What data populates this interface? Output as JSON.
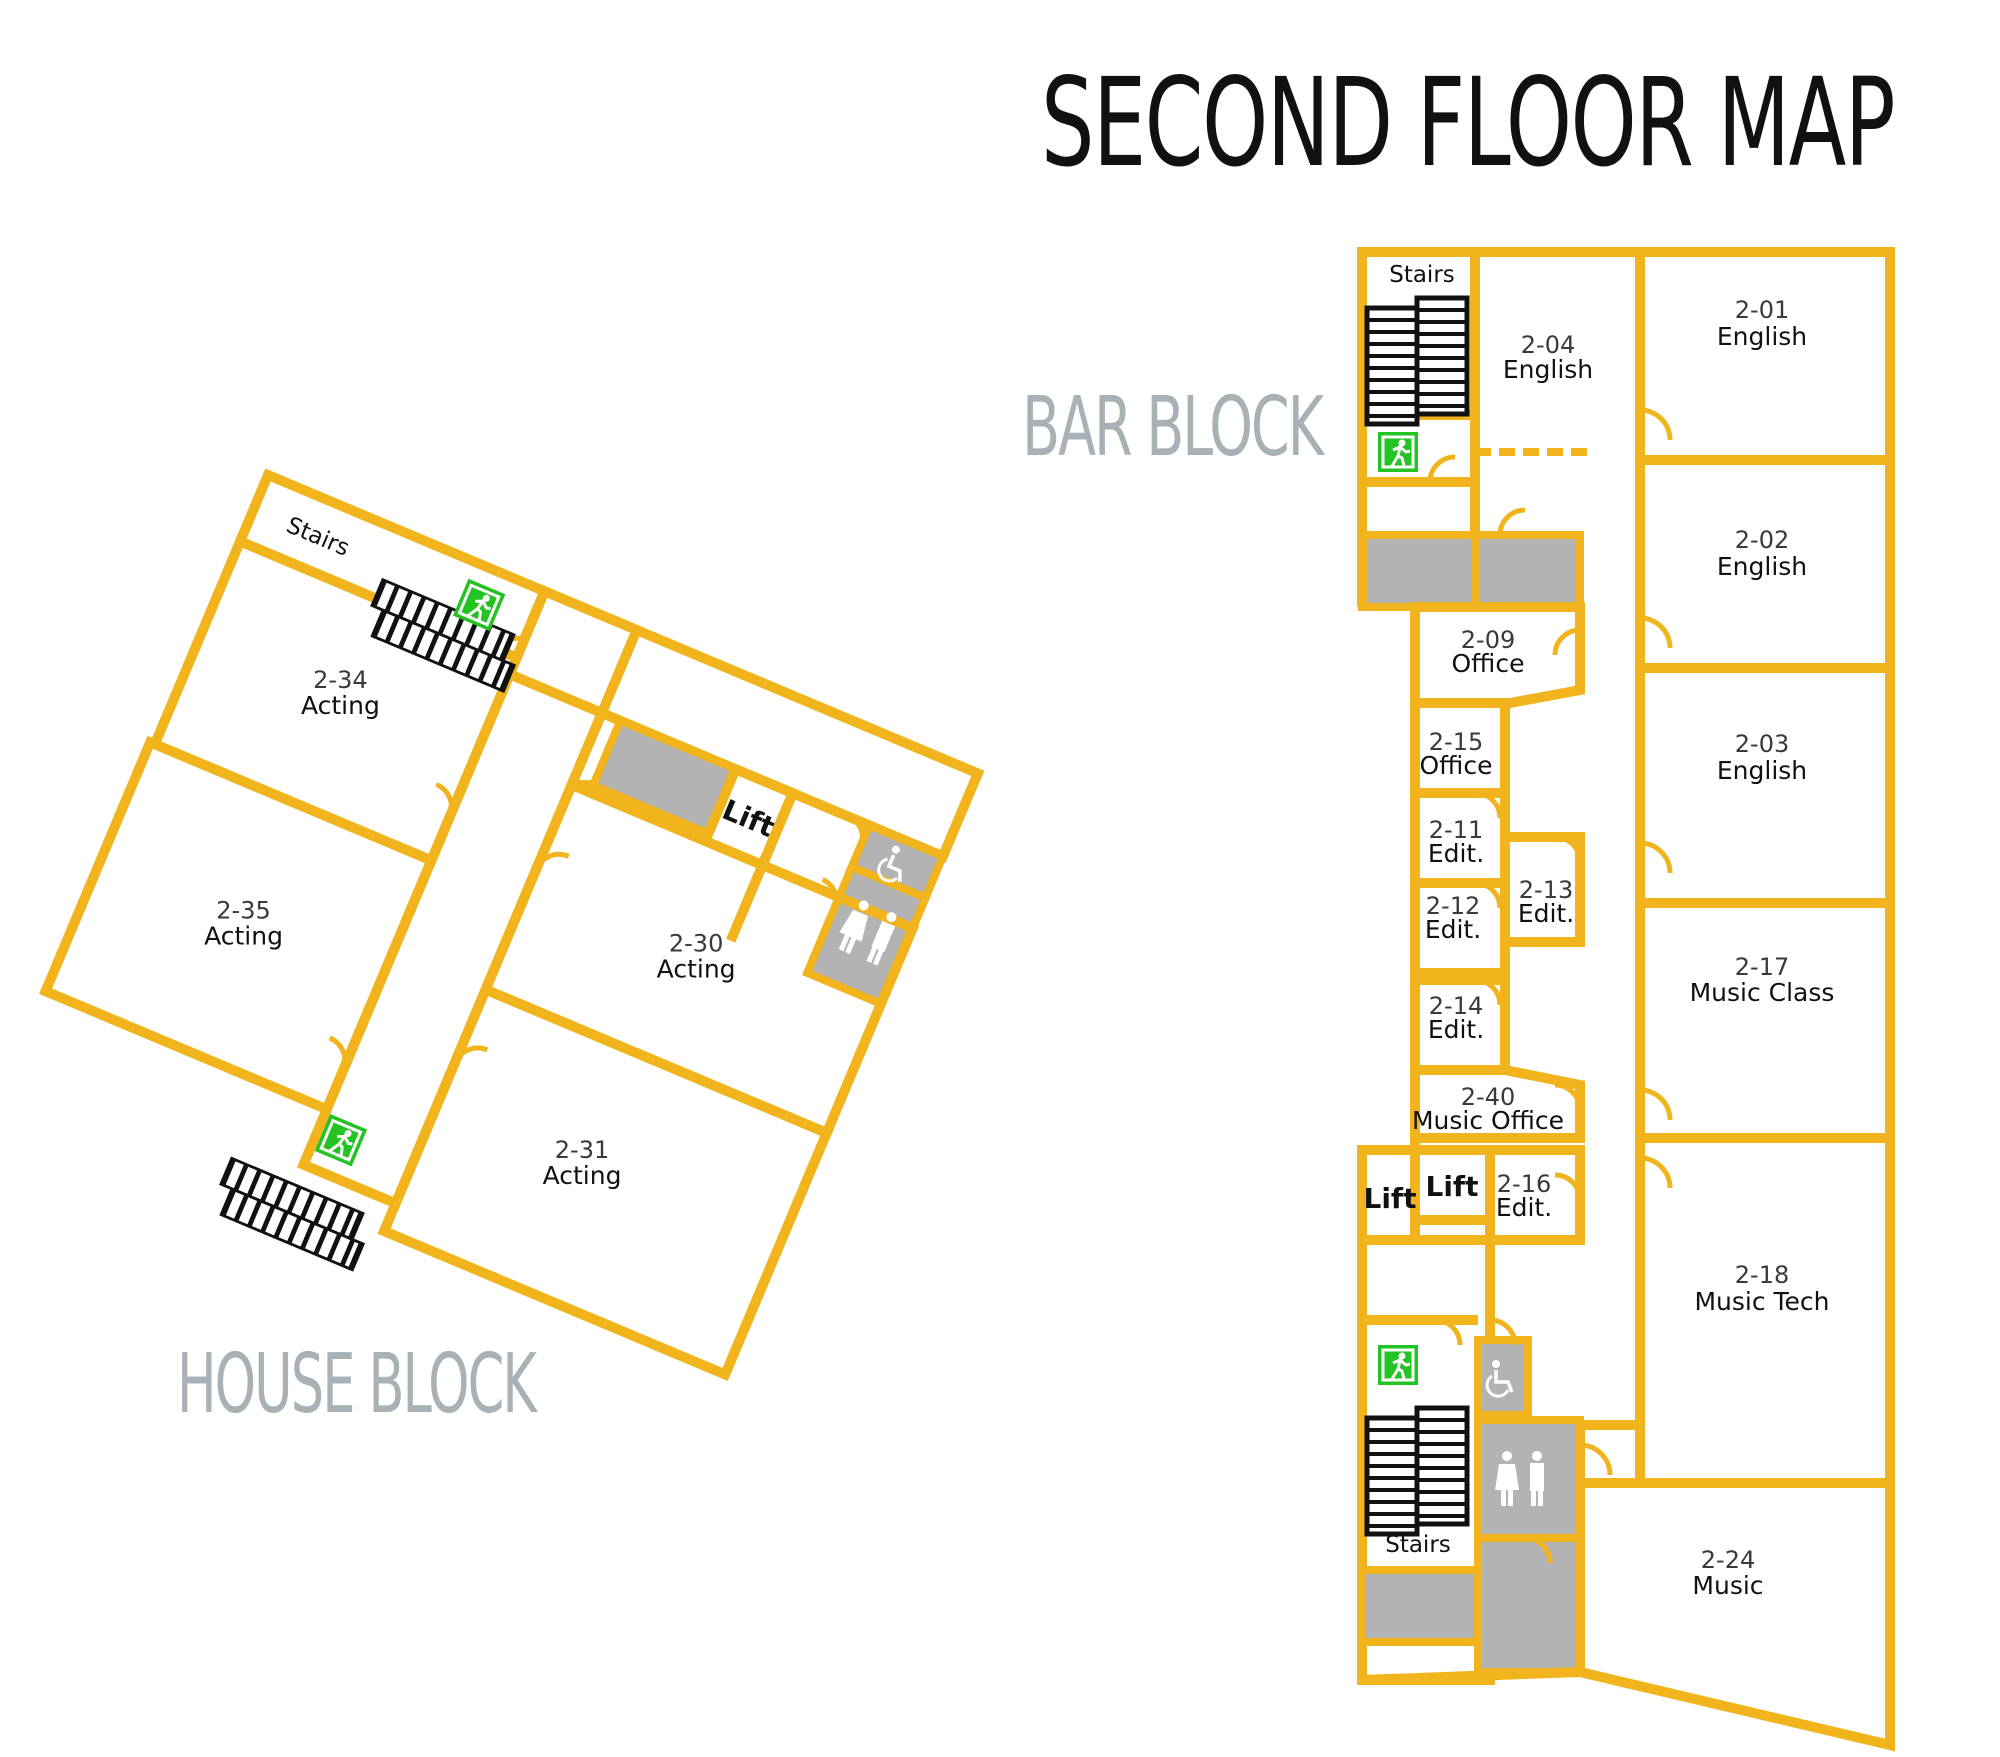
{
  "title": "SECOND FLOOR MAP",
  "blocks": {
    "bar": "BAR BLOCK",
    "house": "HOUSE BLOCK"
  },
  "colors": {
    "wall": "#F2B41C",
    "service": "#B3B3B3",
    "exit_sign": "#22C322",
    "block_label": "#A7B1B6"
  },
  "icons": [
    "stairs-icon",
    "emergency-exit-icon",
    "wheelchair-icon",
    "restroom-icon"
  ],
  "bar_rooms": {
    "r201": {
      "num": "2-01",
      "name": "English"
    },
    "r202": {
      "num": "2-02",
      "name": "English"
    },
    "r203": {
      "num": "2-03",
      "name": "English"
    },
    "r204": {
      "num": "2-04",
      "name": "English"
    },
    "r209": {
      "num": "2-09",
      "name": "Office"
    },
    "r215": {
      "num": "2-15",
      "name": "Office"
    },
    "r211": {
      "num": "2-11",
      "name": "Edit."
    },
    "r212": {
      "num": "2-12",
      "name": "Edit."
    },
    "r213": {
      "num": "2-13",
      "name": "Edit."
    },
    "r214": {
      "num": "2-14",
      "name": "Edit."
    },
    "r240": {
      "num": "2-40",
      "name": "Music Office"
    },
    "r216": {
      "num": "2-16",
      "name": "Edit."
    },
    "r217": {
      "num": "2-17",
      "name": "Music Class"
    },
    "r218": {
      "num": "2-18",
      "name": "Music Tech"
    },
    "r224": {
      "num": "2-24",
      "name": "Music"
    }
  },
  "house_rooms": {
    "r234": {
      "num": "2-34",
      "name": "Acting"
    },
    "r235": {
      "num": "2-35",
      "name": "Acting"
    },
    "r230": {
      "num": "2-30",
      "name": "Acting"
    },
    "r231": {
      "num": "2-31",
      "name": "Acting"
    }
  },
  "labels": {
    "stairs": "Stairs",
    "lift": "Lift"
  }
}
